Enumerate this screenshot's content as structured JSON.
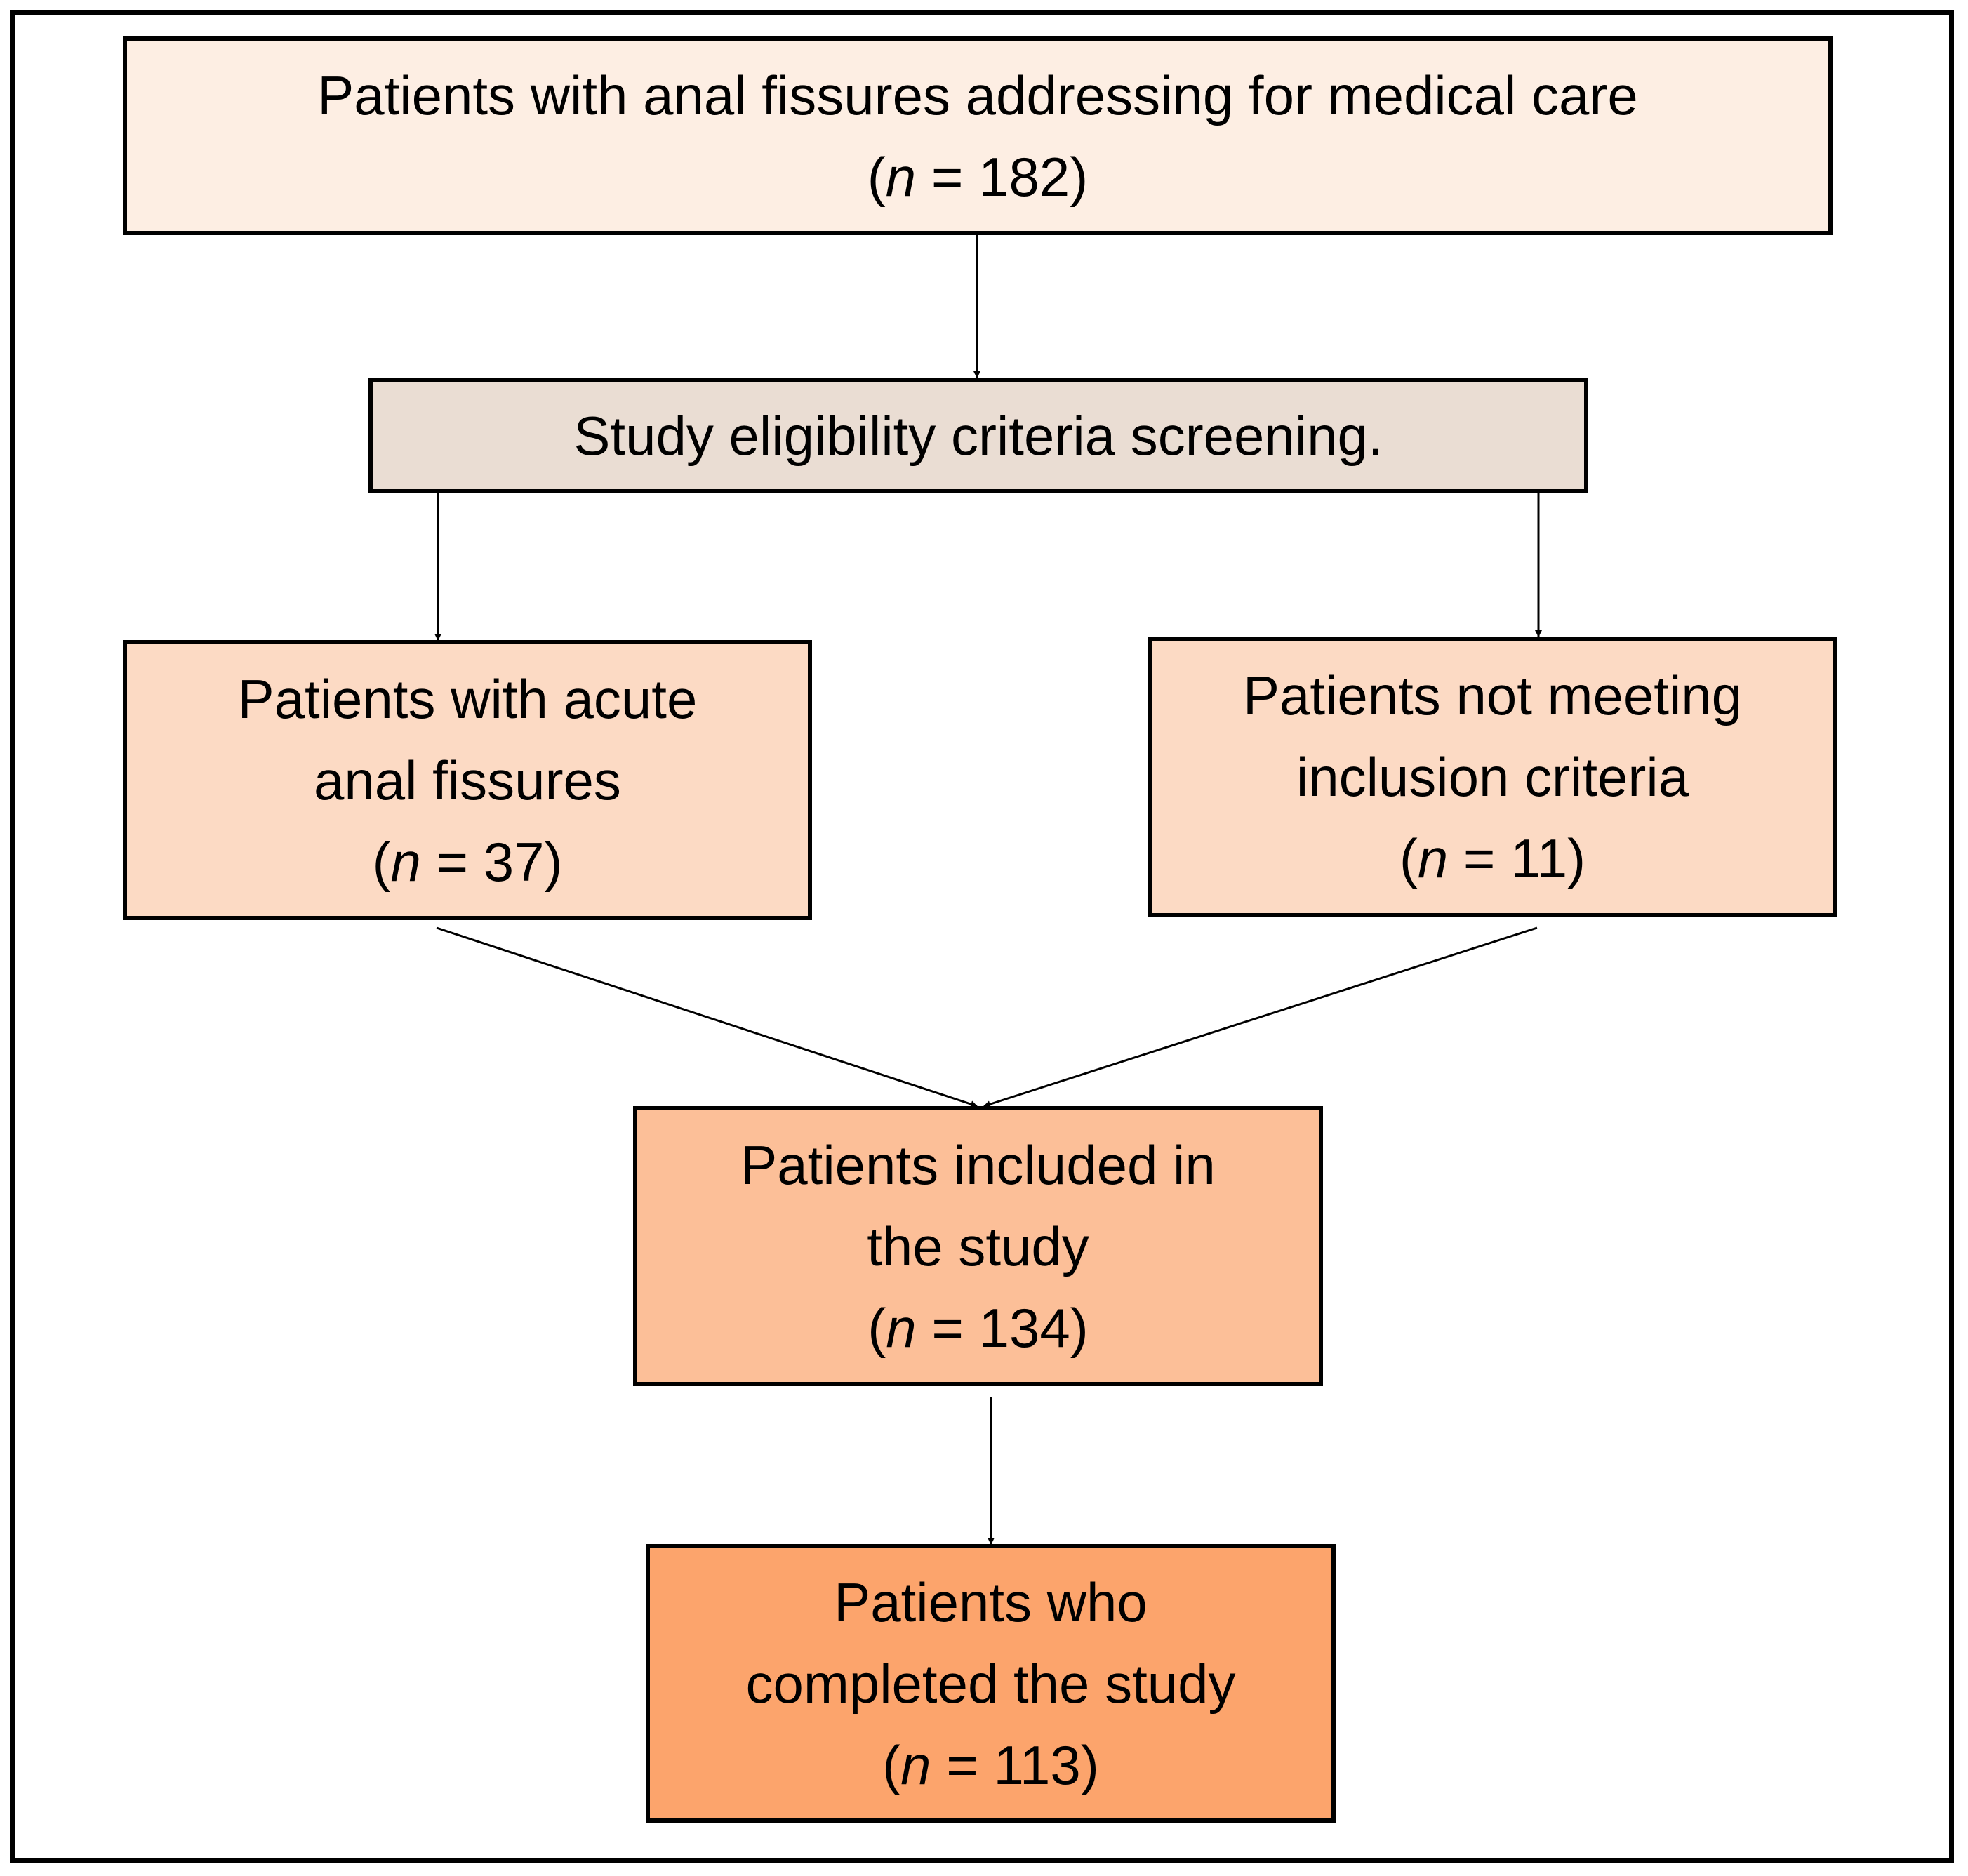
{
  "colors": {
    "background": "#ffffff",
    "border": "#000000",
    "text": "#000000"
  },
  "flowchart": {
    "nodes": [
      {
        "id": "box-top",
        "name": "patients-addressing-box",
        "fill": "#fdeee3",
        "lines": [
          "Patients with anal fissures addressing for medical care"
        ],
        "count": "182"
      },
      {
        "id": "box-screen",
        "name": "eligibility-screening-box",
        "fill": "#eaddd3",
        "lines": [
          "Study eligibility criteria screening."
        ],
        "count": null
      },
      {
        "id": "box-left",
        "name": "acute-fissures-box",
        "fill": "#fcdac4",
        "lines": [
          "Patients with acute",
          "anal fissures"
        ],
        "count": "37"
      },
      {
        "id": "box-right",
        "name": "not-meeting-criteria-box",
        "fill": "#fcdac4",
        "lines": [
          "Patients not meeting",
          "inclusion criteria"
        ],
        "count": "11"
      },
      {
        "id": "box-incl",
        "name": "included-in-study-box",
        "fill": "#fcbf98",
        "lines": [
          "Patients included in",
          "the study"
        ],
        "count": "134"
      },
      {
        "id": "box-done",
        "name": "completed-study-box",
        "fill": "#fca46c",
        "lines": [
          "Patients who",
          "completed the study"
        ],
        "count": "113"
      }
    ],
    "count_prefix": "(",
    "count_var": "n",
    "count_eq": " = ",
    "count_suffix": ")",
    "edges": [
      {
        "from": "box-top",
        "to": "box-screen"
      },
      {
        "from": "box-screen",
        "to": "box-left"
      },
      {
        "from": "box-screen",
        "to": "box-right"
      },
      {
        "from": "box-left",
        "to": "box-incl"
      },
      {
        "from": "box-right",
        "to": "box-incl"
      },
      {
        "from": "box-incl",
        "to": "box-done"
      }
    ]
  }
}
